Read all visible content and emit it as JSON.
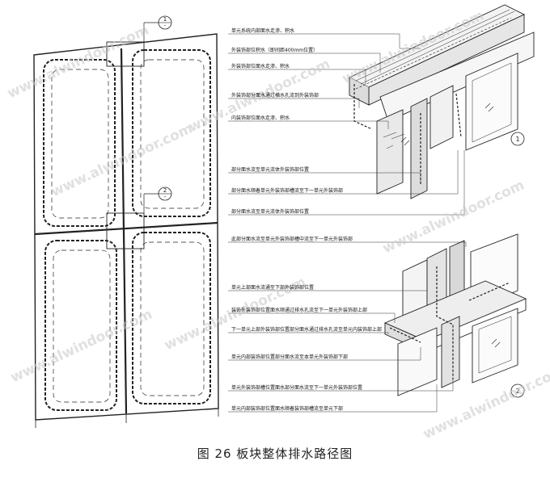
{
  "caption": "图 26 板块整体排水路径图",
  "watermark": "www.alwindoor.com",
  "section_marks": [
    {
      "num": "1",
      "den": "-"
    },
    {
      "num": "2",
      "den": "-"
    }
  ],
  "detail_numbers": [
    "1",
    "2"
  ],
  "callouts_upper": [
    "单元系统内部面水走渗、积水",
    "外装饰部位积水（即间距400mm位置）",
    "外装饰部位面水走渗、积水",
    "外装饰部分面水通过横水孔流到外装饰部",
    "内装饰部位面水走渗、积水",
    "部分面水流至单元流体外装饰部位置",
    "部分面水顺着单元外装饰部槽流至下一单元外装饰部",
    "部分面水流至单元流体外装饰部位置"
  ],
  "callouts_lower": [
    "此部分面水流至单元外装饰部槽中流至下一单元外装饰部",
    "单元上部面水流通至下部外装饰部位置",
    "装饰外装饰部位置面水顺通过排水孔流至下一单元外装饰部上部",
    "下一单元上部外装饰部位置部分面水通过排水孔流至单元内装饰部上部",
    "单元内部装饰部位置部分面水流至本单元外装饰部下部",
    "单元外装饰部槽位置面水部分面水流至下一单元外装饰部位置",
    "单元内部装饰部位置面水顺着装饰部槽流至单元下部"
  ]
}
